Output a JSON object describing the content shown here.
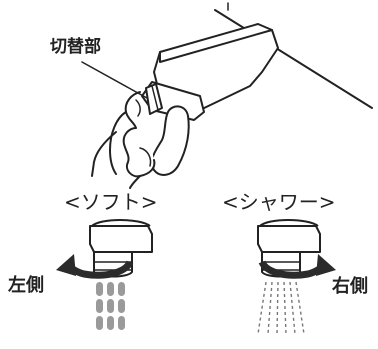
{
  "labels": {
    "switch_part": "切替部",
    "mode_soft": "<ソフト>",
    "mode_shower": "<シャワー>",
    "direction_left": "左側",
    "direction_right": "右側"
  },
  "colors": {
    "line": "#222222",
    "arrow": "#2b2b2b",
    "bubble_stream": "#9a9a9a",
    "shower_spray": "#777777",
    "background": "#ffffff"
  },
  "icons": {
    "left_arrow": "curved-arrow-left-icon",
    "right_arrow": "curved-arrow-right-icon"
  }
}
